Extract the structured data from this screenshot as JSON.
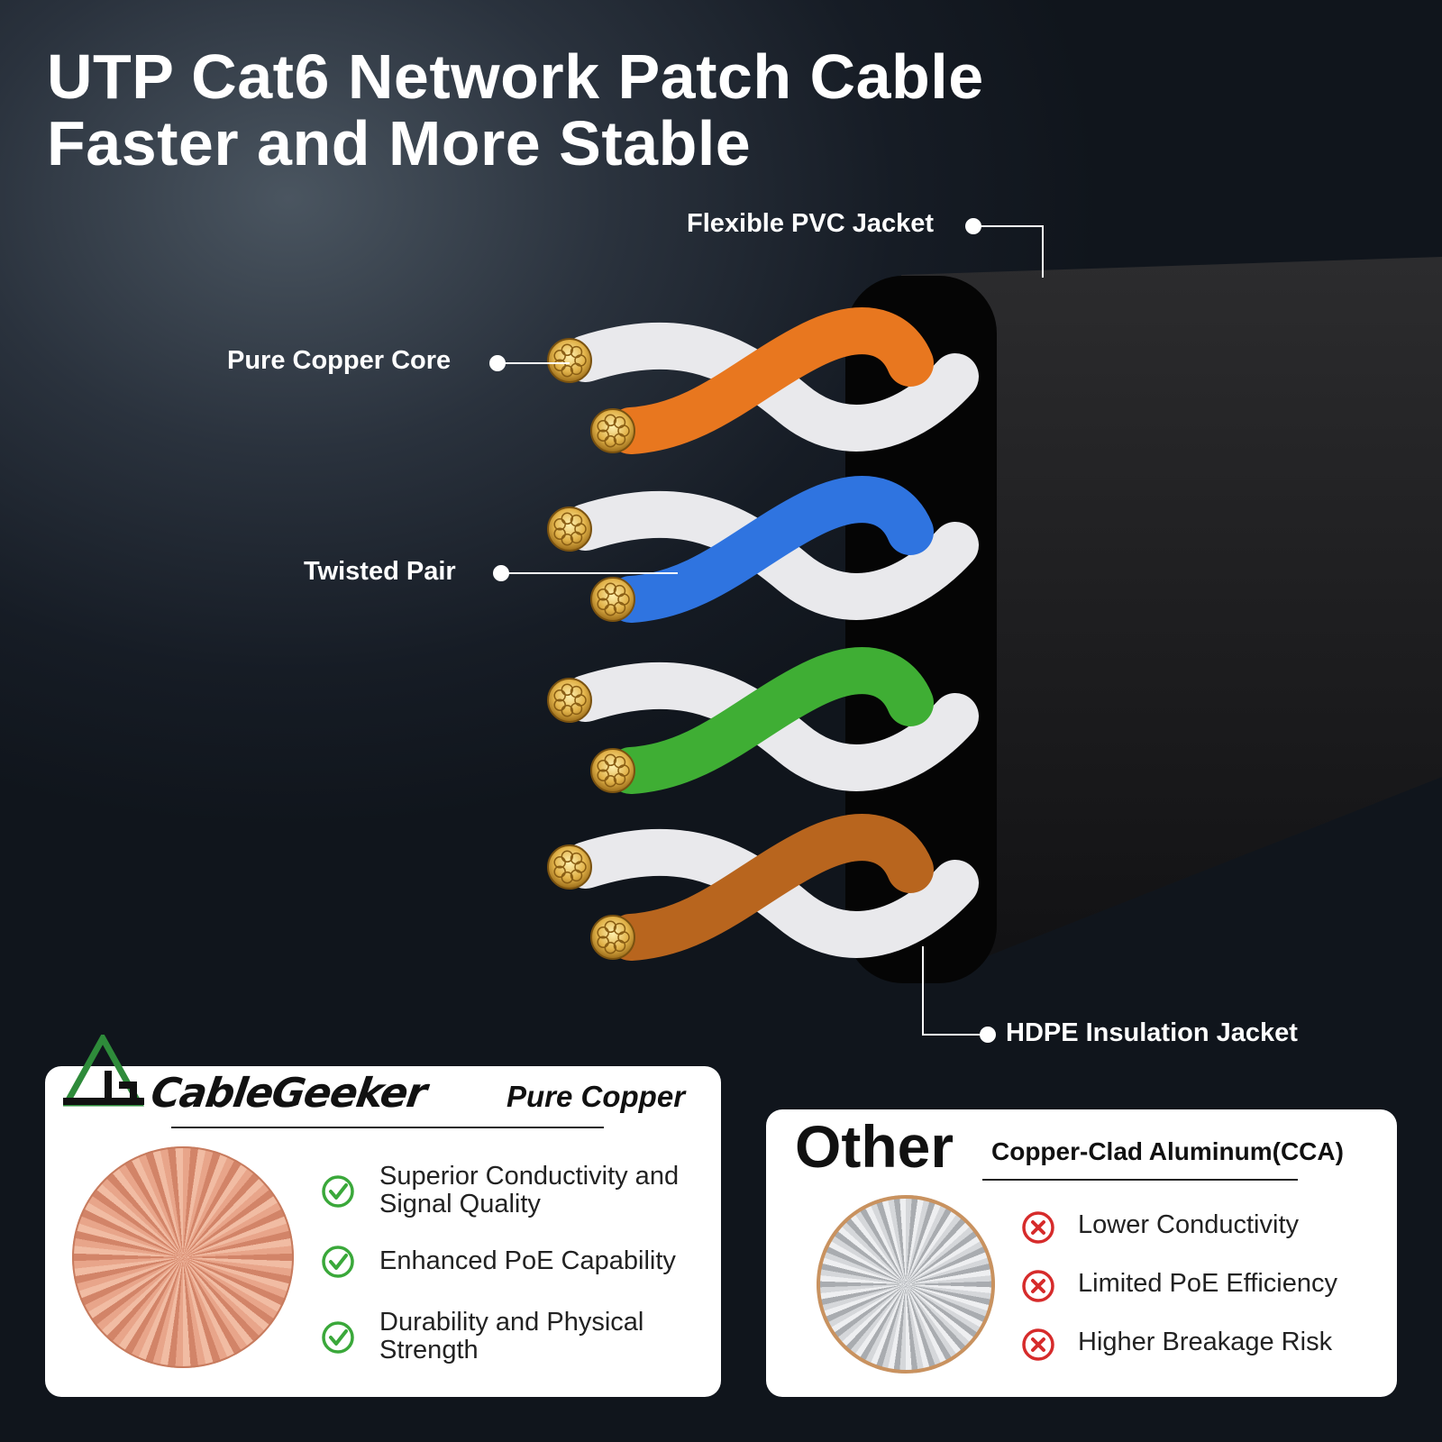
{
  "title": {
    "line1": "UTP Cat6 Network Patch Cable",
    "line2": "Faster and More Stable"
  },
  "callouts": {
    "jacket": "Flexible PVC Jacket",
    "copper_core": "Pure Copper Core",
    "twisted_pair": "Twisted Pair",
    "insulation": "HDPE Insulation Jacket"
  },
  "wire_pairs": [
    {
      "color": "#e8771f",
      "stripe": "#ffffff"
    },
    {
      "color": "#2f74e0",
      "stripe": "#ffffff"
    },
    {
      "color": "#3fae34",
      "stripe": "#ffffff"
    },
    {
      "color": "#b8651e",
      "stripe": "#ffffff"
    }
  ],
  "colors": {
    "copper_gold": "#e2b34a",
    "check_green": "#3aa83a",
    "cross_red": "#d62b2b",
    "brand_green": "#2e8b3a"
  },
  "pure_copper_card": {
    "brand": "CableGeeker",
    "subtitle": "Pure Copper",
    "features": [
      {
        "line1": "Superior Conductivity and",
        "line2": "Signal Quality",
        "icon": "check-circle-icon"
      },
      {
        "line1": "Enhanced PoE Capability",
        "line2": "",
        "icon": "check-circle-icon"
      },
      {
        "line1": "Durability and Physical",
        "line2": "Strength",
        "icon": "check-circle-icon"
      }
    ]
  },
  "other_card": {
    "title": "Other",
    "subtitle": "Copper-Clad Aluminum(CCA)",
    "features": [
      {
        "line1": "Lower Conductivity",
        "icon": "x-circle-icon"
      },
      {
        "line1": "Limited PoE Efficiency",
        "icon": "x-circle-icon"
      },
      {
        "line1": "Higher Breakage Risk",
        "icon": "x-circle-icon"
      }
    ]
  }
}
